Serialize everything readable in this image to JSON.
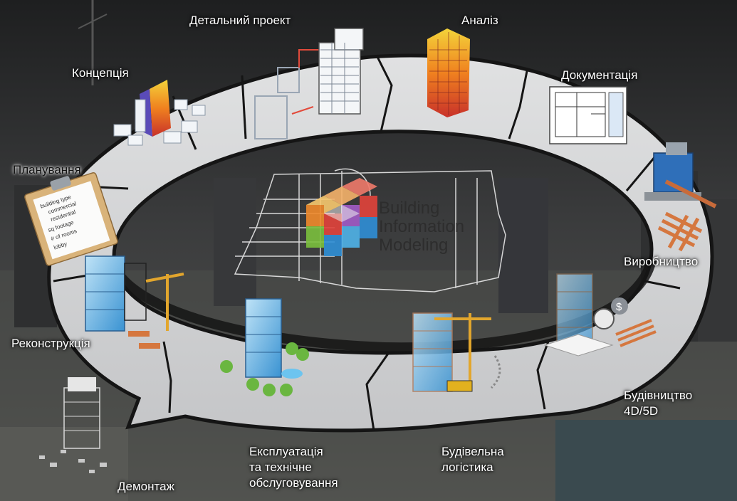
{
  "center": {
    "line1": "Building",
    "line2": "Information",
    "line3": "Modeling"
  },
  "stages": {
    "concept": "Концепція",
    "detailed_design": "Детальний проект",
    "analysis": "Аналіз",
    "documentation": "Документація",
    "fabrication": "Виробництво",
    "construction": "Будівництво\n4D/5D",
    "logistics": "Будівельна\nлогістика",
    "operation": "Експлуатація\nта технічне\nобслуговування",
    "demolition": "Демонтаж",
    "renovation": "Реконструкція",
    "planning": "Планування"
  },
  "planning_checklist": [
    "building type",
    "commercial",
    "residential",
    "sq footage",
    "# of rooms",
    "lobby"
  ],
  "colors": {
    "ring": "#d3d4d5",
    "ring_edge": "#1a1a1a",
    "cube_orange": "#f08a2c",
    "cube_red": "#e2433b",
    "cube_green": "#7bbf3d",
    "cube_blue": "#2f8fd6",
    "cube_purple": "#a25cc7"
  }
}
